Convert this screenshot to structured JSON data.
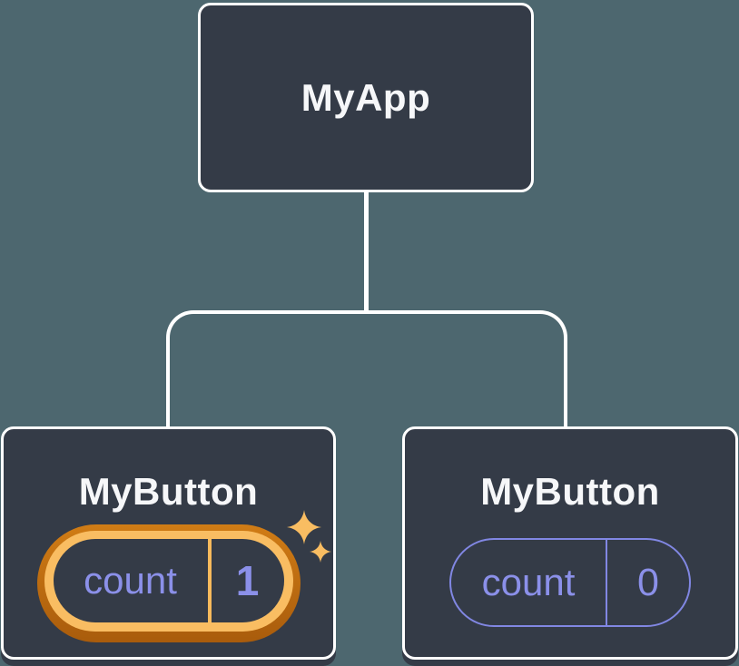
{
  "colors": {
    "bg": "#4d676f",
    "node-fill": "#343b47",
    "node-border": "#ffffff",
    "text-light": "#f6f7f9",
    "purple": "#8b90e9",
    "purple-line": "#8187e3",
    "orange-light": "#f9bd62",
    "orange-dark-top": "#d07c15",
    "orange-dark-bottom": "#a95c0c",
    "divider-orange": "#f7ba5c"
  },
  "tree": {
    "root": {
      "label": "MyApp"
    },
    "children": [
      {
        "label": "MyButton",
        "state": {
          "key": "count",
          "value": "1"
        },
        "highlighted": true,
        "icon": "sparkle-icon"
      },
      {
        "label": "MyButton",
        "state": {
          "key": "count",
          "value": "0"
        },
        "highlighted": false
      }
    ]
  }
}
